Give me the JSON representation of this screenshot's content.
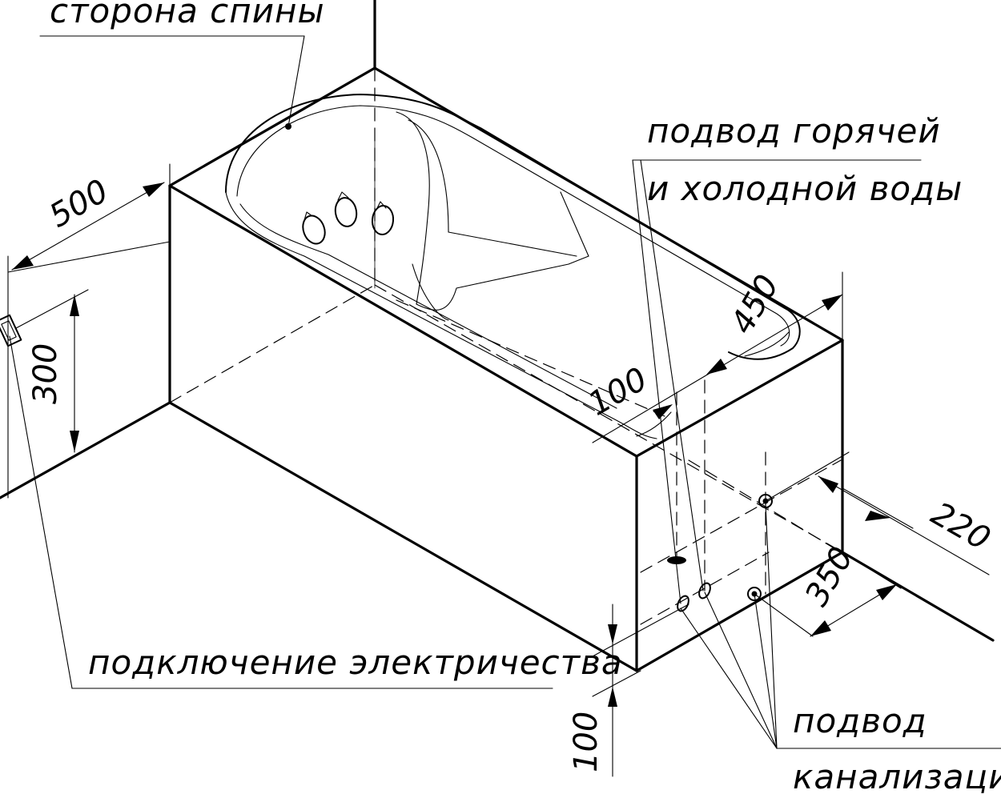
{
  "labels": {
    "back_side": "сторона спины",
    "hot_cold_line1": "подвод горячей",
    "hot_cold_line2": "и холодной воды",
    "electric": "подключение электричества",
    "drain_line1": "подвод",
    "drain_line2": "канализации"
  },
  "dimensions": {
    "d500": "500",
    "d300": "300",
    "d450": "450",
    "d100_top": "100",
    "d220": "220",
    "d350": "350",
    "d100_bottom": "100"
  },
  "colors": {
    "line": "#000000",
    "background": "#ffffff"
  }
}
